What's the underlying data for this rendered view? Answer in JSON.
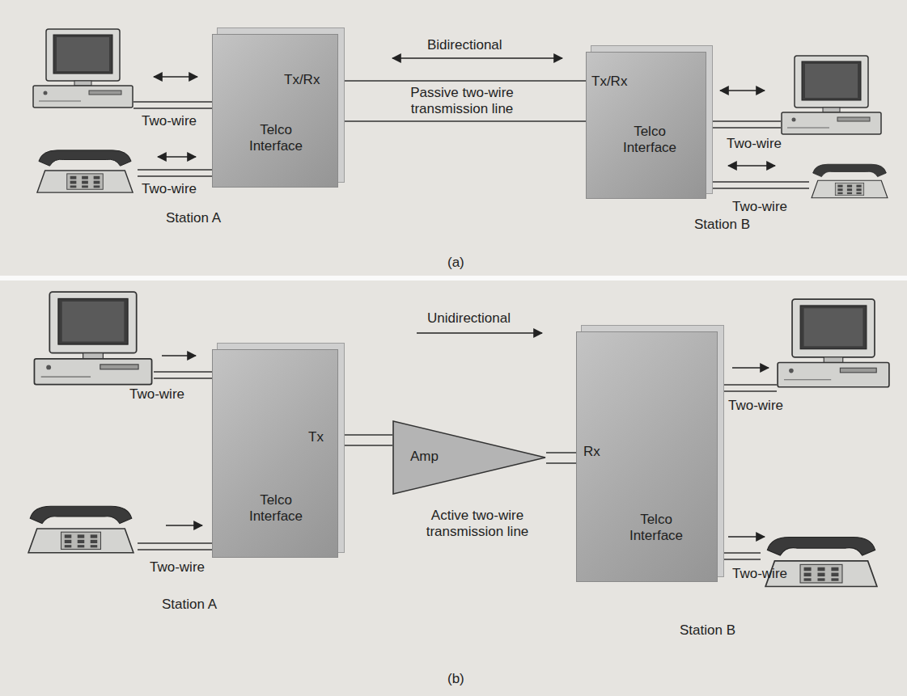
{
  "diagram": {
    "nodes": [
      {
        "text": [
          "Tx/Rx",
          "Telco Interface"
        ]
      },
      {
        "text": [
          "Tx/Rx",
          "Telco Interface"
        ]
      },
      {
        "text": [
          "Tx",
          "Telco Interface"
        ]
      },
      {
        "text": [
          "Amp"
        ]
      },
      {
        "text": [
          "Rx",
          "Telco Interface"
        ]
      }
    ],
    "edges": [
      {
        "from": 0,
        "to": 1,
        "arrow": "none",
        "label": "Passive two-wire transmission line"
      },
      {
        "from": 2,
        "to": 3,
        "arrow": "none"
      },
      {
        "from": 3,
        "to": 4,
        "arrow": "none"
      }
    ],
    "labels": [
      "Bidirectional",
      "Two-wire",
      "Two-wire",
      "Station A",
      "Two-wire",
      "Two-wire",
      "Station B",
      "(a)",
      "Unidirectional",
      "Two-wire",
      "Two-wire",
      "Active two-wire transmission line",
      "Station A",
      "Two-wire",
      "Two-wire",
      "Station B",
      "(b)"
    ]
  }
}
